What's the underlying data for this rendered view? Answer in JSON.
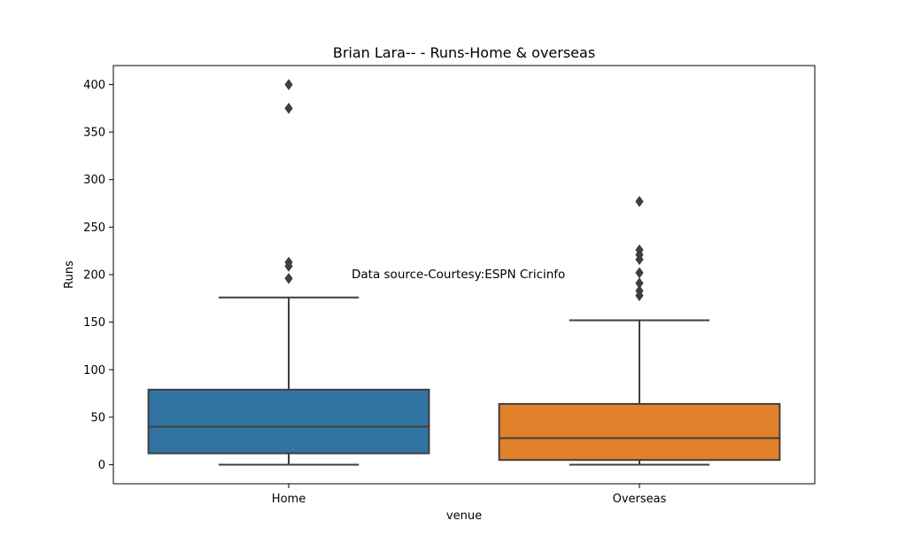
{
  "chart_data": {
    "type": "box",
    "title": "Brian Lara-- - Runs-Home & overseas",
    "xlabel": "venue",
    "ylabel": "Runs",
    "ylim": [
      -20,
      420
    ],
    "yticks": [
      0,
      50,
      100,
      150,
      200,
      250,
      300,
      350,
      400
    ],
    "grid": false,
    "annotation": {
      "text": "Data source-Courtesy:ESPN Cricinfo",
      "x": 0.5,
      "y": 200
    },
    "categories": [
      "Home",
      "Overseas"
    ],
    "boxes": [
      {
        "category": "Home",
        "color": "#3274a1",
        "whisker_low": 0,
        "q1": 12,
        "median": 40,
        "q3": 79,
        "whisker_high": 176,
        "outliers": [
          400,
          375,
          213,
          209,
          196
        ]
      },
      {
        "category": "Overseas",
        "color": "#e1812c",
        "whisker_low": 0,
        "q1": 5,
        "median": 28,
        "q3": 64,
        "whisker_high": 152,
        "outliers": [
          277,
          226,
          221,
          216,
          202,
          191,
          183,
          178
        ]
      }
    ]
  }
}
